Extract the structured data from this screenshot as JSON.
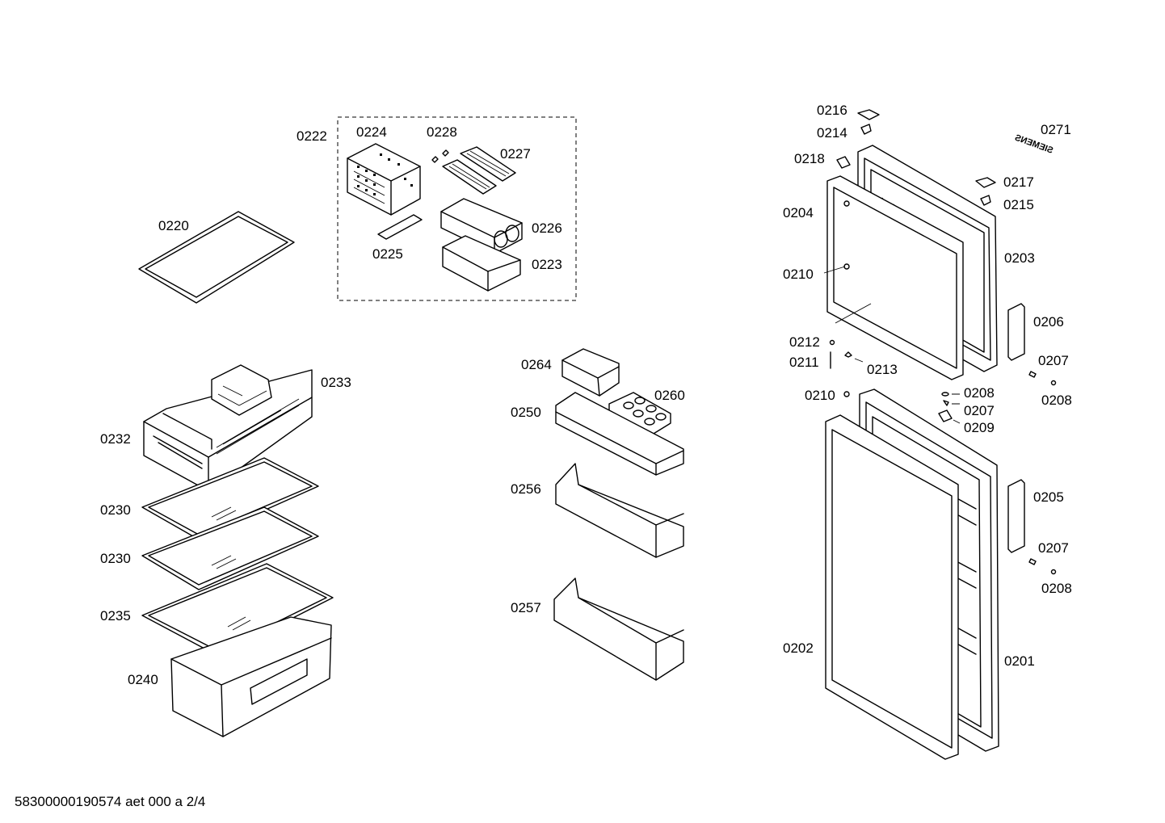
{
  "diagram": {
    "labels": {
      "p0216": "0216",
      "p0214": "0214",
      "p0271": "0271",
      "p0218": "0218",
      "p0217": "0217",
      "p0215": "0215",
      "p0204": "0204",
      "p0203": "0203",
      "p0210a": "0210",
      "p0206": "0206",
      "p0212": "0212",
      "p0211": "0211",
      "p0213": "0213",
      "p0207a": "0207",
      "p0208a": "0208",
      "p0210b": "0210",
      "p0208b": "0208",
      "p0207b": "0207",
      "p0209": "0209",
      "p0205": "0205",
      "p0207c": "0207",
      "p0208c": "0208",
      "p0202": "0202",
      "p0201": "0201",
      "p0222": "0222",
      "p0224": "0224",
      "p0228": "0228",
      "p0227": "0227",
      "p0226": "0226",
      "p0225": "0225",
      "p0223": "0223",
      "p0220": "0220",
      "p0233": "0233",
      "p0232": "0232",
      "p0230a": "0230",
      "p0230b": "0230",
      "p0235": "0235",
      "p0240": "0240",
      "p0264": "0264",
      "p0260": "0260",
      "p0250": "0250",
      "p0256": "0256",
      "p0257": "0257"
    },
    "brand_logo": "SIEMENS",
    "footer": "58300000190574 aet 000 a 2/4"
  }
}
